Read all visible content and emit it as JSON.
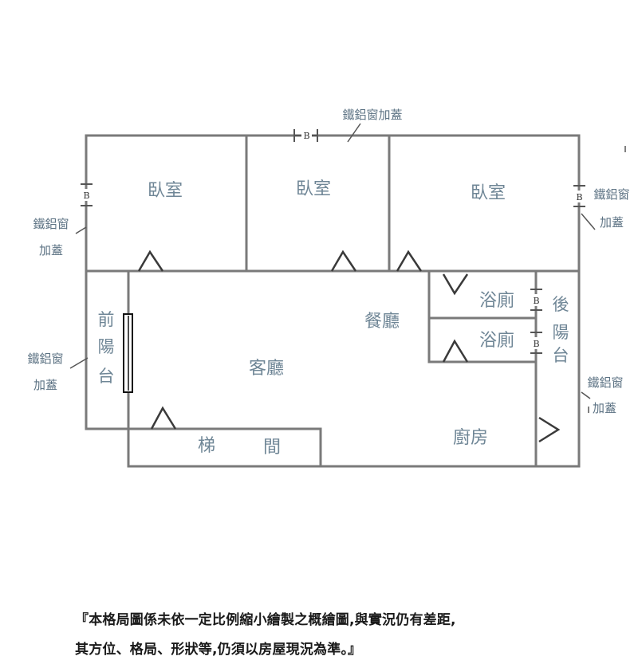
{
  "rooms": {
    "bedroom_left": "臥室",
    "bedroom_middle": "臥室",
    "bedroom_right": "臥室",
    "dining": "餐廳",
    "living": "客廳",
    "bath_1": "浴廁",
    "bath_2": "浴廁",
    "kitchen": "廚房",
    "stair_1": "梯",
    "stair_2": "間",
    "front_balcony": [
      "前",
      "陽",
      "台"
    ],
    "rear_balcony": [
      "後",
      "陽",
      "台"
    ]
  },
  "notes": {
    "top_window": "鐵鋁窗加蓋",
    "left_window_1": "鐵鋁窗",
    "left_window_2": "加蓋",
    "left_balcony_1": "鐵鋁窗",
    "left_balcony_2": "加蓋",
    "right_window_1": "鐵鋁窗",
    "right_window_2": "加蓋",
    "right_balcony_1": "鐵鋁窗",
    "right_balcony_2": "加蓋"
  },
  "window_mark": "B",
  "disclaimer": {
    "line1": "『本格局圖係未依一定比例縮小繪製之概繪圖,與實況仍有差距,",
    "line2": "其方位、格局、形狀等,仍須以房屋現況為準。』"
  }
}
